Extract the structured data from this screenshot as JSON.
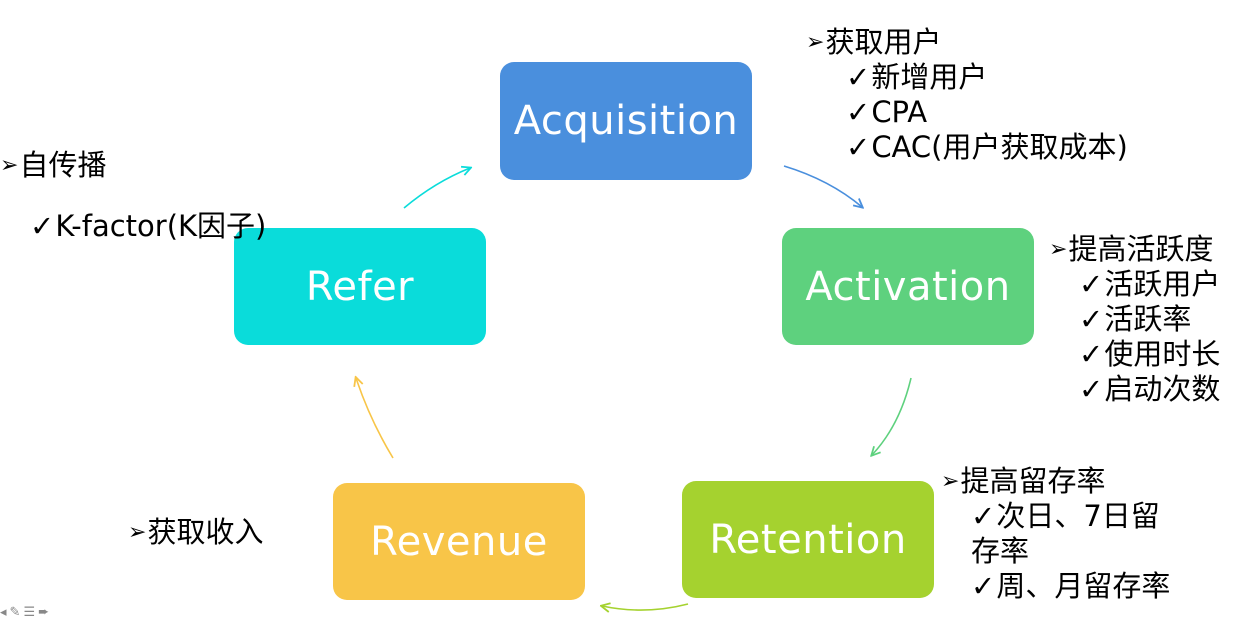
{
  "colors": {
    "acquisition": "#4A8FDD",
    "activation": "#5ED17E",
    "retention": "#A5D22F",
    "revenue": "#F8C548",
    "refer": "#0ADCDA"
  },
  "stages": {
    "acquisition": "Acquisition",
    "activation": "Activation",
    "retention": "Retention",
    "revenue": "Revenue",
    "refer": "Refer"
  },
  "notes": {
    "acquisition": {
      "heading": "获取用户",
      "items": [
        "新增用户",
        "CPA",
        "CAC(用户获取成本)"
      ]
    },
    "activation": {
      "heading": "提高活跃度",
      "items": [
        "活跃用户",
        "活跃率",
        "使用时长",
        "启动次数"
      ]
    },
    "retention": {
      "heading": "提高留存率",
      "items": [
        "次日、7日留存率",
        "周、月留存率"
      ]
    },
    "revenue": {
      "heading": "获取收入"
    },
    "refer": {
      "heading": "自传播",
      "items": [
        "K-factor(K因子)"
      ]
    }
  },
  "icons": {
    "bullet_heading": "arrowhead-bullet-icon",
    "bullet_item": "checkmark-bullet-icon",
    "toolbar": [
      "prev-slide-icon",
      "pen-icon",
      "menu-icon",
      "next-slide-icon"
    ]
  }
}
